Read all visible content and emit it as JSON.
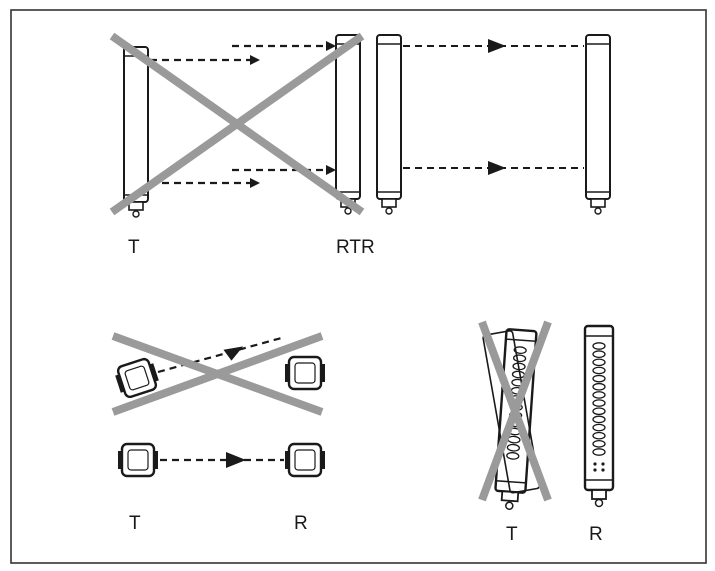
{
  "labels": {
    "top_transmitter": "T",
    "top_receiver": "RTR",
    "bottom_left_transmitter": "T",
    "bottom_left_receiver": "R",
    "bottom_right_transmitter": "T",
    "bottom_right_receiver": "R"
  },
  "colors": {
    "frame": "#333333",
    "device": "#1a1a1a",
    "cross": "#9a9a9a",
    "beam": "#1a1a1a"
  }
}
